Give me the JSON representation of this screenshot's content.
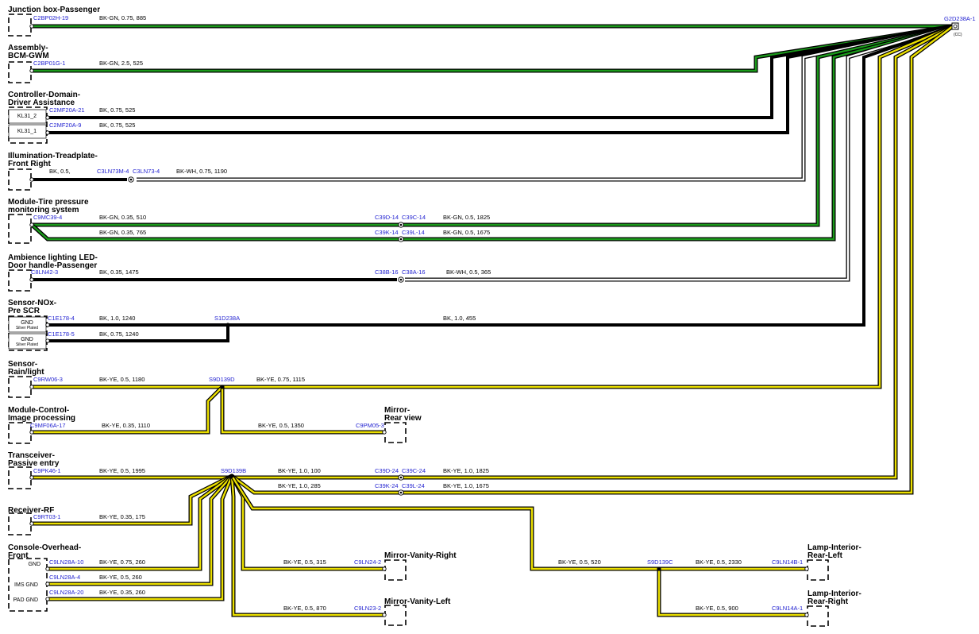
{
  "colors": {
    "bk": "#000000",
    "gn": "#1a9a1a",
    "ye": "#ece000",
    "wh": "#ffffff",
    "connector": "#1f1fd0"
  },
  "ground": {
    "connector": "G2D238A-1",
    "cc": "(CC)"
  },
  "components": [
    {
      "key": "jb",
      "name": [
        "Junction box-Passenger"
      ]
    },
    {
      "key": "bcm",
      "name": [
        "Assembly-",
        "BCM-GWM"
      ]
    },
    {
      "key": "ctrl",
      "name": [
        "Controller-Domain-",
        "Driver Assistance"
      ]
    },
    {
      "key": "illum",
      "name": [
        "Illumination-Treadplate-",
        "Front Right"
      ]
    },
    {
      "key": "tpms",
      "name": [
        "Module-Tire pressure",
        "monitoring system"
      ]
    },
    {
      "key": "amb",
      "name": [
        "Ambience lighting LED-",
        "Door handle-Passenger"
      ]
    },
    {
      "key": "nox",
      "name": [
        "Sensor-NOx-",
        "Pre SCR"
      ]
    },
    {
      "key": "rain",
      "name": [
        "Sensor-",
        "Rain/light"
      ]
    },
    {
      "key": "img",
      "name": [
        "Module-Control-",
        "Image processing"
      ]
    },
    {
      "key": "mirror",
      "name": [
        "Mirror-",
        "Rear view"
      ]
    },
    {
      "key": "trans",
      "name": [
        "Transceiver-",
        "Passive entry"
      ]
    },
    {
      "key": "rf",
      "name": [
        "Receiver-RF"
      ]
    },
    {
      "key": "console",
      "name": [
        "Console-Overhead-",
        "Front"
      ]
    },
    {
      "key": "vanr",
      "name": [
        "Mirror-Vanity-Right"
      ]
    },
    {
      "key": "vanl",
      "name": [
        "Mirror-Vanity-Left"
      ]
    },
    {
      "key": "lampl",
      "name": [
        "Lamp-Interior-",
        "Rear-Left"
      ]
    },
    {
      "key": "lampr",
      "name": [
        "Lamp-Interior-",
        "Rear-Right"
      ]
    }
  ],
  "pin_labels": {
    "ctrl1": "KL31_2",
    "ctrl2": "KL31_1",
    "nox1": "GND",
    "nox1b": "Silver Plated",
    "nox2": "GND",
    "nox2b": "Silver Plated",
    "con1": "GND",
    "con2": "IMS GND",
    "con3": "PAD GND"
  },
  "connectors": {
    "jb": "C2BP02H-19",
    "bcm": "C2BP01G-1",
    "ctrl1": "C2MF20A-21",
    "ctrl2": "C2MF20A-9",
    "illum_a": "C3LN73M-4",
    "illum_b": "C3LN73-4",
    "tpms": "C9MC39-4",
    "tpms_a1": "C39D-14",
    "tpms_b1": "C39C-14",
    "tpms_a2": "C39K-14",
    "tpms_b2": "C39L-14",
    "amb": "C8LN42-3",
    "amb_a": "C38B-16",
    "amb_b": "C38A-16",
    "nox1": "C1E178-4",
    "nox2": "C1E178-5",
    "s1d": "S1D238A",
    "rain": "C9RW06-3",
    "s9d": "S9D139D",
    "img": "C9MF06A-17",
    "mirror": "C9PM05-3",
    "trans": "C9PK46-1",
    "s9b": "S9D139B",
    "trans_a1": "C39D-24",
    "trans_b1": "C39C-24",
    "trans_a2": "C39K-24",
    "trans_b2": "C39L-24",
    "rf": "C9RT03-1",
    "con1": "C9LN28A-10",
    "con2": "C9LN28A-4",
    "con3": "C9LN28A-20",
    "vanr": "C9LN24-2",
    "vanl": "C9LN23-2",
    "s9c": "S9D139C",
    "lampl": "C9LN14B-1",
    "lampr": "C9LN14A-1"
  },
  "wires": {
    "jb": "BK-GN,  0.75,  885",
    "bcm": "BK-GN,  2.5,  525",
    "ctrl1": "BK,  0.75,  525",
    "ctrl2": "BK,  0.75,  525",
    "illum1": "BK,  0.5,",
    "illum2": "BK-WH,  0.75,  1190",
    "tpms1": "BK-GN,  0.35,  510",
    "tpms1b": "BK-GN,  0.5,  1825",
    "tpms2": "BK-GN,  0.35,  765",
    "tpms2b": "BK-GN,  0.5,  1675",
    "amb1": "BK,  0.35,  1475",
    "amb2": "BK-WH,  0.5,  365",
    "nox1": "BK,  1.0,  1240",
    "nox2": "BK,  0.75,  1240",
    "nox3": "BK,  1.0,  455",
    "rain1": "BK-YE,  0.5,  1180",
    "rain2": "BK-YE,  0.75,  1115",
    "img": "BK-YE,  0.35,  1110",
    "mirror": "BK-YE,  0.5,  1350",
    "trans1": "BK-YE,  0.5,  1995",
    "trans2": "BK-YE,  1.0,  100",
    "trans2b": "BK-YE,  1.0,  1825",
    "trans3": "BK-YE,  1.0,  285",
    "trans3b": "BK-YE,  1.0,  1675",
    "rf": "BK-YE,  0.35,  175",
    "con1": "BK-YE,  0.75,  260",
    "con2": "BK-YE,  0.5,  260",
    "con3": "BK-YE,  0.35,  260",
    "vanr": "BK-YE,  0.5,  315",
    "vanl": "BK-YE,  0.5,  870",
    "lamp_feed": "BK-YE,  0.5,  520",
    "lampl": "BK-YE,  0.5,  2330",
    "lampr": "BK-YE,  0.5,  900"
  }
}
